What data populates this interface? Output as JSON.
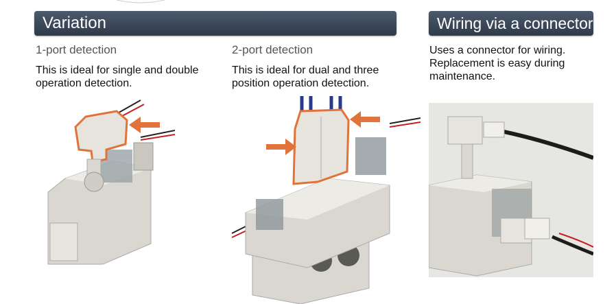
{
  "banners": {
    "variation": "Variation",
    "wiring": "Wiring via a connector"
  },
  "variation": {
    "one_port": {
      "title": "1-port detection",
      "description": "This is ideal for single and double operation detection."
    },
    "two_port": {
      "title": "2-port detection",
      "description": "This is ideal for dual and three position operation detection."
    }
  },
  "wiring": {
    "description": "Uses a connector for wiring. Replacement is easy during maintenance."
  },
  "colors": {
    "banner": "#3b4759",
    "highlight_arrow": "#e0733a",
    "valve_body": "#d9d7cf"
  },
  "images": {
    "one_port": "valve-with-1-port-detection-switch",
    "two_port": "valve-with-2-port-detection-switches",
    "connector": "connector-wiring-photo"
  }
}
